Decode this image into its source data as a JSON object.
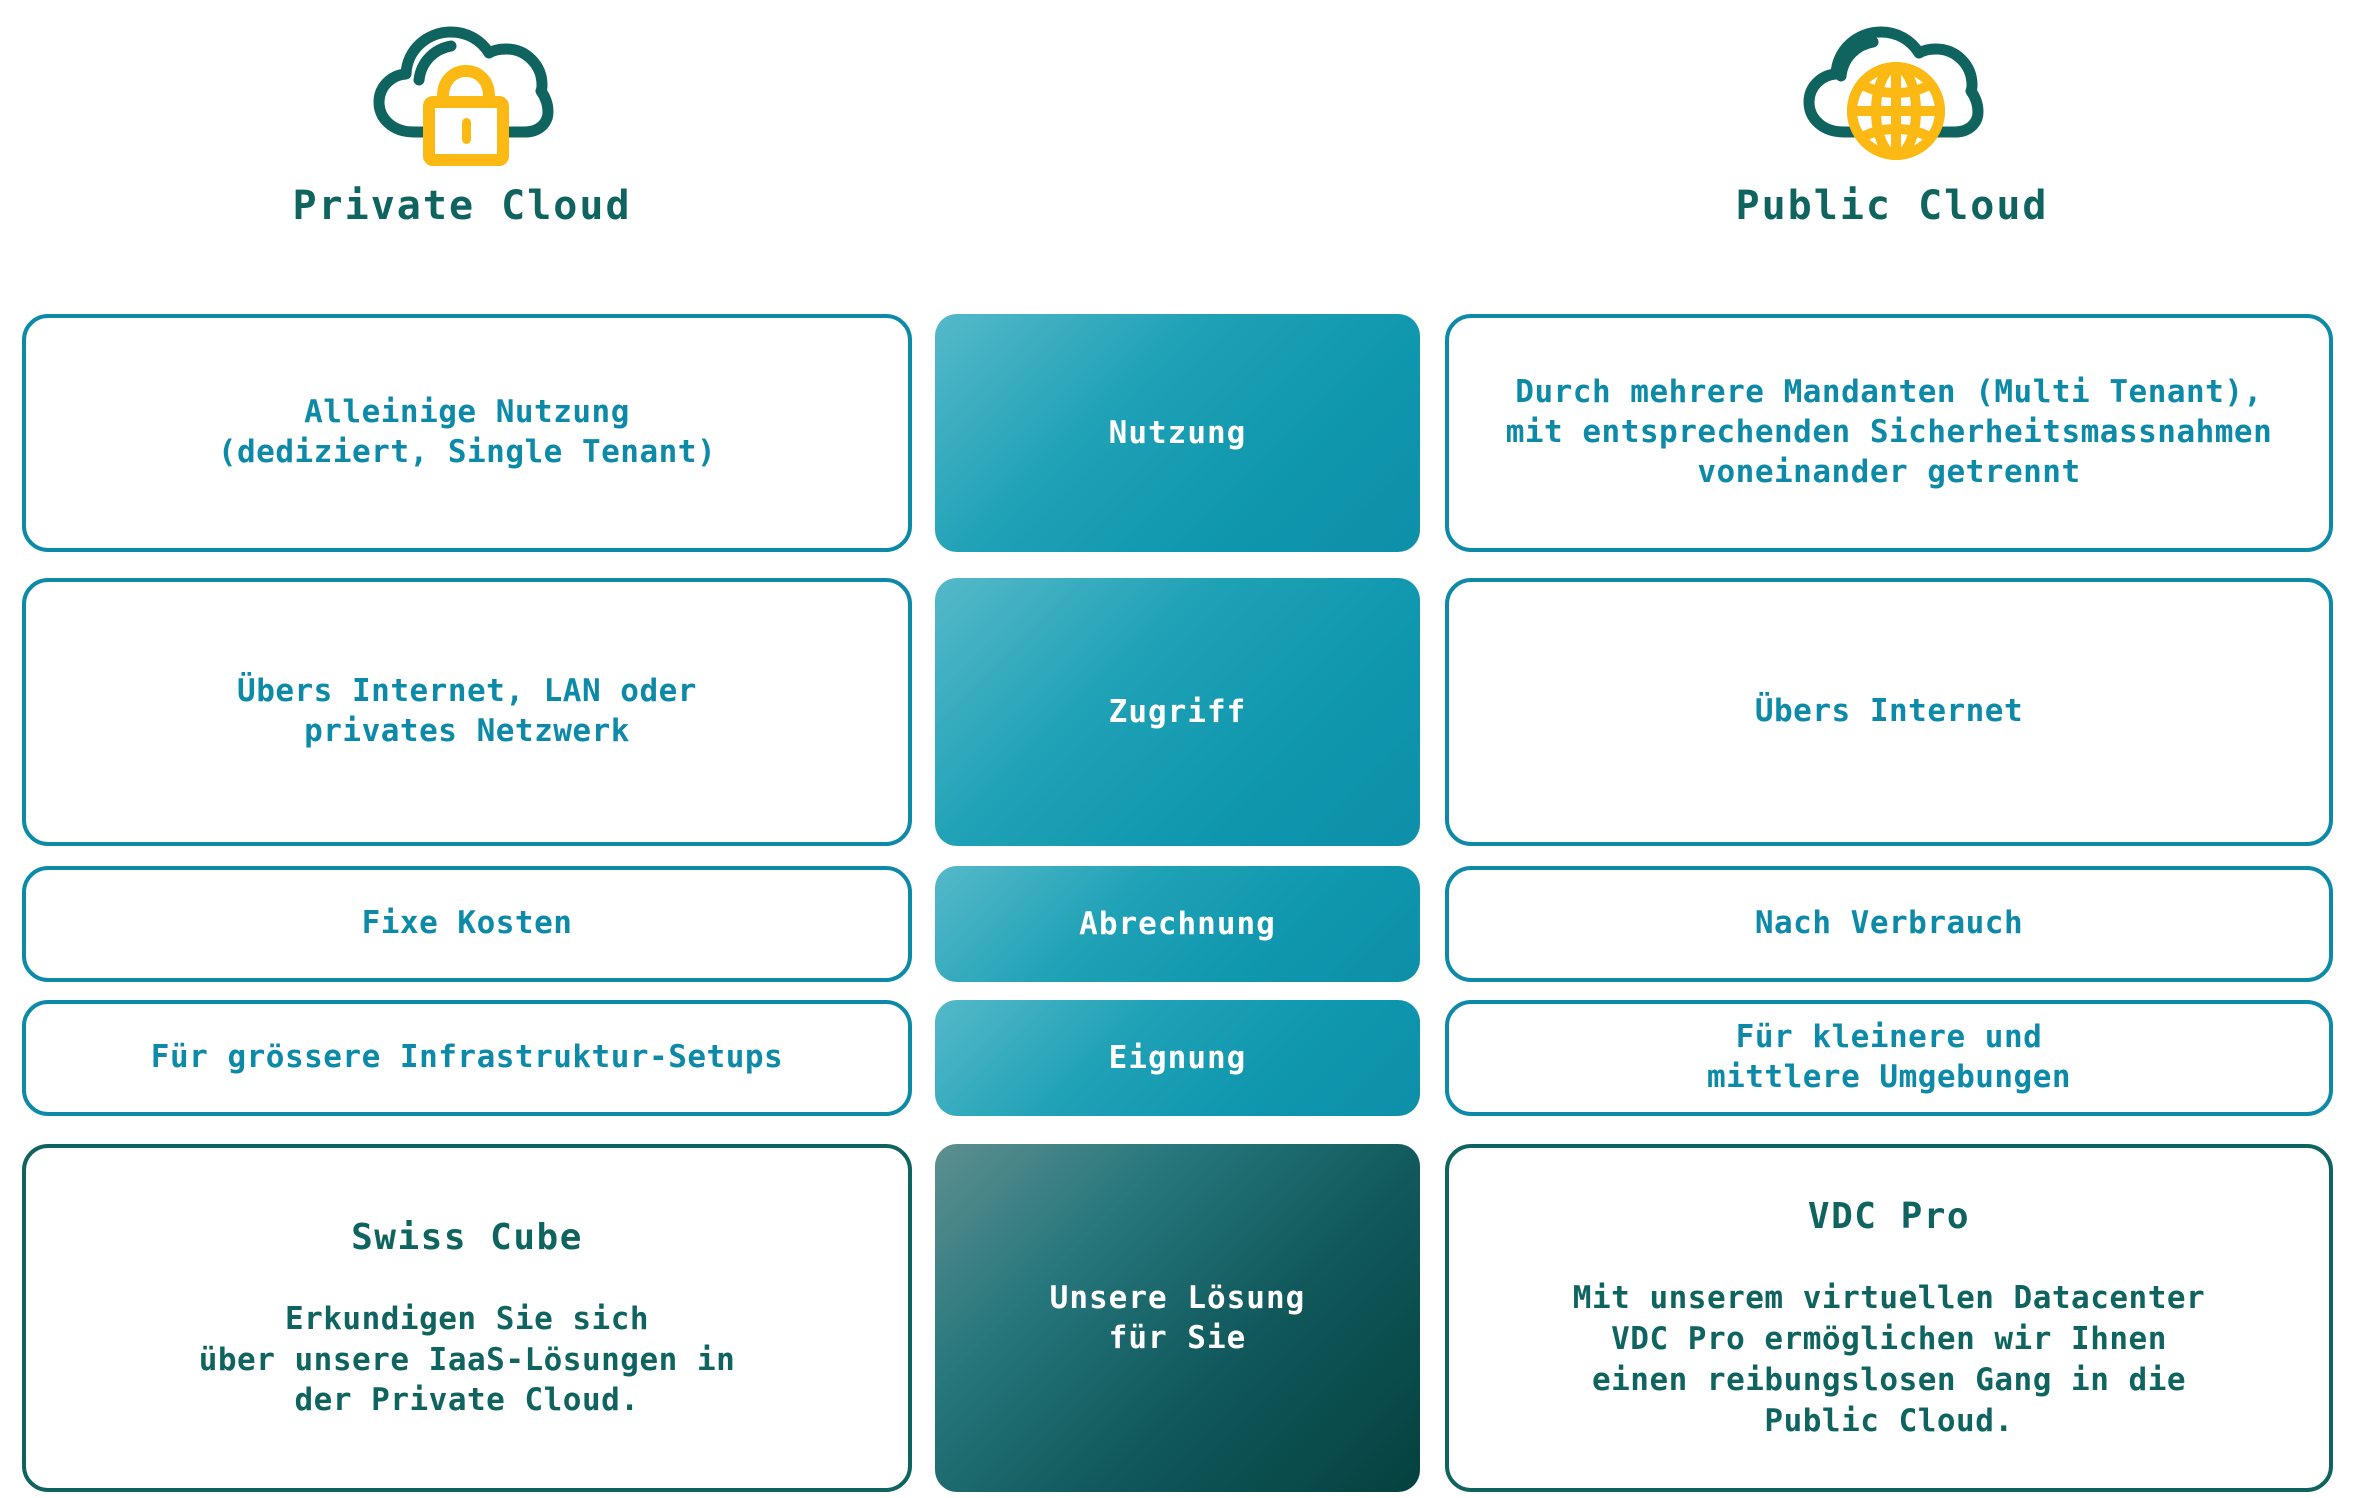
{
  "columns": {
    "left": {
      "title": "Private Cloud",
      "icon": "cloud-lock-icon"
    },
    "right": {
      "title": "Public Cloud",
      "icon": "cloud-globe-icon"
    }
  },
  "colors": {
    "accent_cyan": "#0d8aa8",
    "accent_dark_teal": "#0f6460",
    "accent_amber": "#fcb913",
    "mid_gradient_start": "#55b9c9",
    "mid_gradient_end": "#0d8fa8",
    "solution_gradient_start": "#5e8f90",
    "solution_gradient_end": "#04413f",
    "text_on_gradient": "#ffffff",
    "background": "#ffffff"
  },
  "rows": [
    {
      "key": "nutzung",
      "middle_label": "Nutzung",
      "left_text": "Alleinige Nutzung\n(dediziert, Single Tenant)",
      "right_text": "Durch mehrere Mandanten (Multi Tenant),\nmit entsprechenden Sicherheitsmassnahmen\nvoneinander getrennt"
    },
    {
      "key": "zugriff",
      "middle_label": "Zugriff",
      "left_text": "Übers Internet, LAN oder\nprivates Netzwerk",
      "right_text": "Übers Internet"
    },
    {
      "key": "abrechnung",
      "middle_label": "Abrechnung",
      "left_text": "Fixe Kosten",
      "right_text": "Nach Verbrauch"
    },
    {
      "key": "eignung",
      "middle_label": "Eignung",
      "left_text": "Für grössere Infrastruktur-Setups",
      "right_text": "Für kleinere und\nmittlere Umgebungen"
    }
  ],
  "solution_row": {
    "key": "unsere-loesung",
    "middle_label": "Unsere Lösung\nfür Sie",
    "left_heading": "Swiss Cube",
    "left_text": "Erkundigen Sie sich\nüber unsere IaaS-Lösungen in\nder Private Cloud.",
    "right_heading": "VDC Pro",
    "right_text": "Mit unserem virtuellen Datacenter\nVDC Pro ermöglichen wir Ihnen\neinen reibungslosen Gang in die\nPublic Cloud."
  }
}
